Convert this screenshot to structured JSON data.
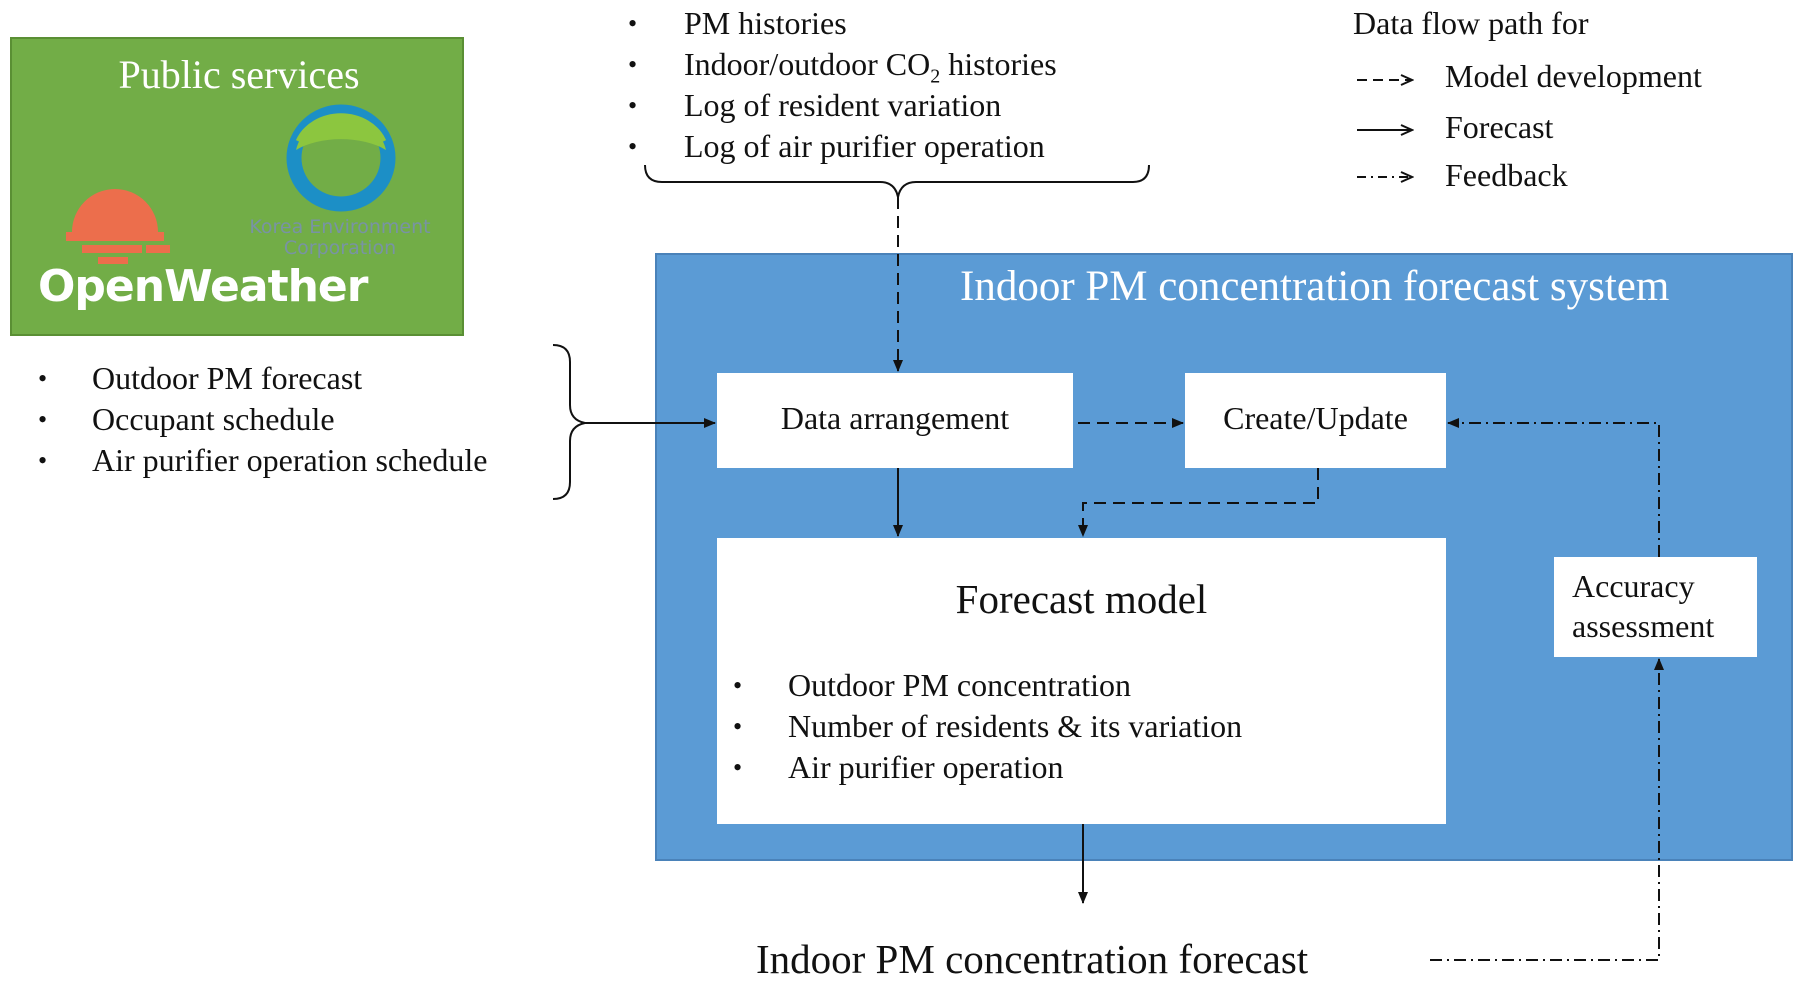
{
  "public_services": {
    "title": "Public services",
    "logos": {
      "openweather": "OpenWeather",
      "kec_line1": "Korea Environment",
      "kec_line2": "Corporation"
    }
  },
  "inputs": [
    "Outdoor PM forecast",
    "Occupant schedule",
    "Air purifier operation schedule"
  ],
  "histories": {
    "item1": "PM histories",
    "item2_prefix": "Indoor/outdoor CO",
    "item2_sub": "2",
    "item2_suffix": " histories",
    "item3": "Log of resident variation",
    "item4": "Log of air purifier operation"
  },
  "legend": {
    "title": "Data flow path for",
    "items": [
      "Model development",
      "Forecast",
      "Feedback"
    ]
  },
  "system": {
    "title": "Indoor PM concentration forecast system",
    "data_arrangement": "Data arrangement",
    "create_update": "Create/Update",
    "forecast_model": {
      "title": "Forecast model",
      "items": [
        "Outdoor PM concentration",
        "Number of residents & its variation",
        "Air purifier operation"
      ]
    },
    "accuracy": "Accuracy assessment"
  },
  "output": "Indoor PM concentration forecast",
  "bullet": "•",
  "colors": {
    "public_panel": "#72ad47",
    "system_box": "#5b9bd5",
    "openweather_logo": "#ec6e4c",
    "kec_logo_green": "#8cc63f",
    "kec_logo_blue": "#1c8fc6"
  }
}
